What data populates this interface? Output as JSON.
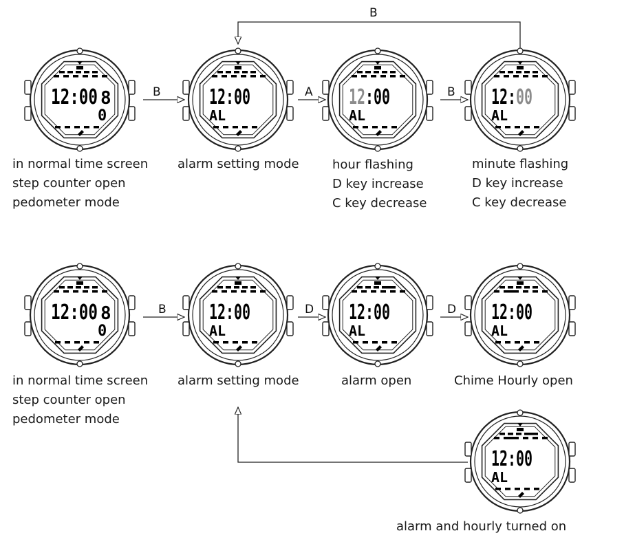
{
  "watches": [
    {
      "id": "w1",
      "time": "12:00",
      "extra": "8",
      "sub": "0",
      "mode": "normal"
    },
    {
      "id": "w2",
      "time": "12:00",
      "sub": "AL",
      "mode": "alarm"
    },
    {
      "id": "w3",
      "time": "12:00",
      "sub": "AL",
      "mode": "hour-flash"
    },
    {
      "id": "w4",
      "time": "12:00",
      "sub": "AL",
      "mode": "minute-flash"
    },
    {
      "id": "w5",
      "time": "12:00",
      "extra": "8",
      "sub": "0",
      "mode": "normal"
    },
    {
      "id": "w6",
      "time": "12:00",
      "sub": "AL",
      "mode": "alarm"
    },
    {
      "id": "w7",
      "time": "12:00",
      "sub": "AL",
      "mode": "alarm-open"
    },
    {
      "id": "w8",
      "time": "12:00",
      "sub": "AL",
      "mode": "chime-open"
    },
    {
      "id": "w9",
      "time": "12:00",
      "sub": "AL",
      "mode": "both-on"
    }
  ],
  "arrows": {
    "r1_a": "B",
    "r1_b": "A",
    "r1_c": "B",
    "r1_loop": "B",
    "r2_a": "B",
    "r2_b": "D",
    "r2_c": "D"
  },
  "captions": {
    "w1": [
      "in normal time screen",
      "step counter open",
      "pedometer mode"
    ],
    "w2": [
      "alarm setting mode"
    ],
    "w3": [
      "hour flashing",
      "D key increase",
      "C key decrease"
    ],
    "w4": [
      "minute flashing",
      "D key increase",
      "C key decrease"
    ],
    "w5": [
      "in normal time screen",
      "step counter open",
      "pedometer mode"
    ],
    "w6": [
      "alarm setting mode"
    ],
    "w7": [
      "alarm open"
    ],
    "w8": [
      "Chime Hourly open"
    ],
    "w9": [
      "alarm and hourly turned on"
    ]
  }
}
